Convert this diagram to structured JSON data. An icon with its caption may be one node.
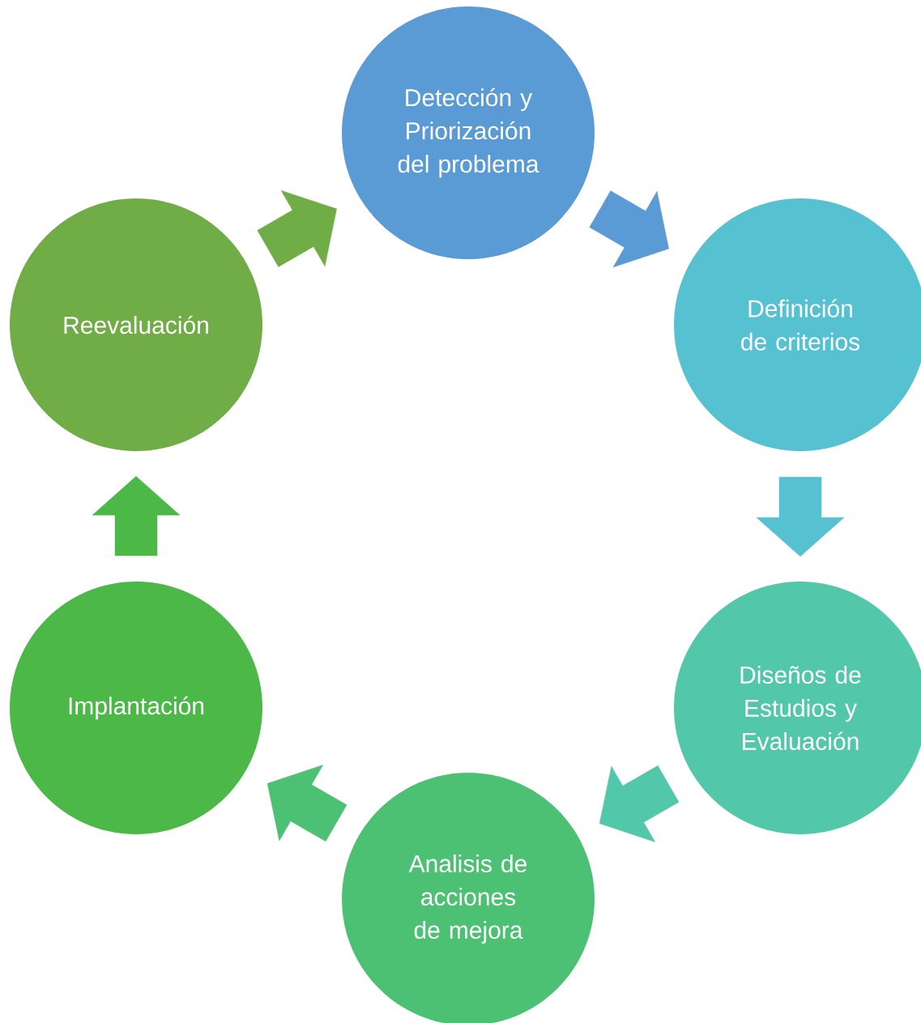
{
  "diagram": {
    "nodes": [
      {
        "text": [
          "Detección y Priorización del problema"
        ]
      },
      {
        "text": [
          "Definición de criterios"
        ]
      },
      {
        "text": [
          "Diseños de Estudios y Evaluación"
        ]
      },
      {
        "text": [
          "Analisis de acciones de mejora"
        ]
      },
      {
        "text": [
          "Implantación"
        ]
      },
      {
        "text": [
          "Reevaluación"
        ]
      }
    ],
    "edges": [
      {
        "from": 0,
        "to": 1,
        "arrow": "to",
        "color": "#5b9bd5"
      },
      {
        "from": 1,
        "to": 2,
        "arrow": "to",
        "color": "#56c1d0"
      },
      {
        "from": 2,
        "to": 3,
        "arrow": "to",
        "color": "#52c7aa"
      },
      {
        "from": 3,
        "to": 4,
        "arrow": "to",
        "color": "#4dc173"
      },
      {
        "from": 4,
        "to": 5,
        "arrow": "to",
        "color": "#4cb848"
      },
      {
        "from": 5,
        "to": 0,
        "arrow": "to",
        "color": "#71ad47"
      }
    ]
  }
}
